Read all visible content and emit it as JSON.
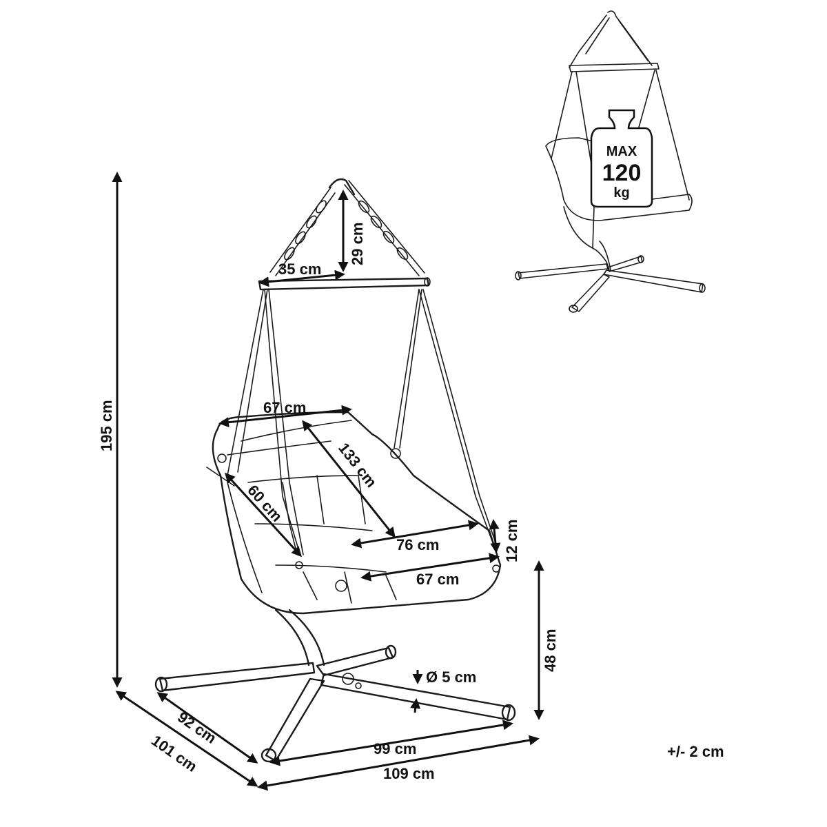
{
  "dimensions": {
    "total_height": "195 cm",
    "chain_height": "29 cm",
    "top_bar": "35 cm",
    "seat_top_width": "67 cm",
    "seat_length": "133 cm",
    "back_depth": "60 cm",
    "seat_width": "76 cm",
    "cushion_thickness": "12 cm",
    "seat_front_width": "67 cm",
    "seat_height": "48 cm",
    "tube_diameter": "Ø 5 cm",
    "base_inner_depth": "92 cm",
    "base_outer_depth": "101 cm",
    "base_inner_width": "99 cm",
    "base_outer_width": "109 cm"
  },
  "weight_limit": {
    "line1": "MAX",
    "line2": "120",
    "line3": "kg"
  },
  "tolerance": "+/- 2 cm"
}
